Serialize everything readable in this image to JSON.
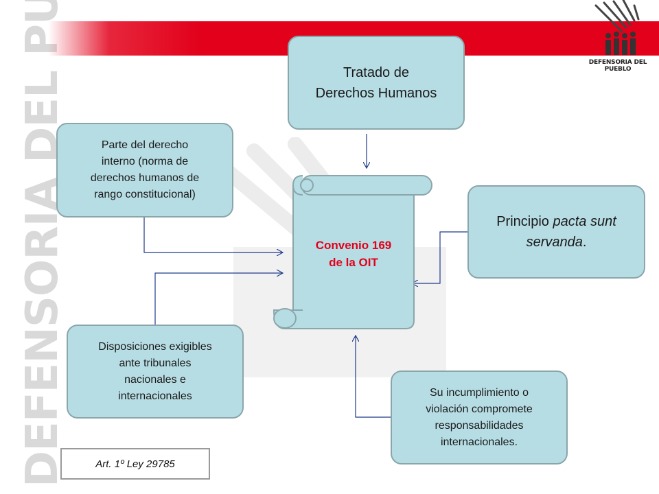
{
  "watermark": {
    "side_text": "DEFENSORIA DEL PUEBLO"
  },
  "logo": {
    "text": "DEFENSORIA DEL PUEBLO",
    "icon": "defensoria-logo-icon"
  },
  "center": {
    "line1": "Convenio 169",
    "line2": "de la OIT",
    "color": "#e2001a"
  },
  "nodes": {
    "tratado": {
      "line1": "Tratado de",
      "line2": "Derechos Humanos"
    },
    "parte": {
      "lines": [
        "Parte del derecho",
        "interno (norma de",
        "derechos humanos de",
        "rango constitucional)"
      ]
    },
    "principio": {
      "prefix": "Principio ",
      "italic1": "pacta sunt",
      "italic2": "servanda",
      "suffix": "."
    },
    "disposiciones": {
      "lines": [
        "Disposiciones exigibles",
        "ante tribunales",
        "nacionales e",
        "internacionales"
      ]
    },
    "incumplimiento": {
      "lines": [
        "Su incumplimiento o",
        "violación compromete",
        "responsabilidades",
        "internacionales."
      ]
    }
  },
  "note": {
    "text": "Art. 1º Ley 29785"
  },
  "colors": {
    "box_fill": "#b7dde4",
    "box_border": "#8aa6ab",
    "accent_red": "#e2001a",
    "arrow": "#1f3a8a"
  }
}
